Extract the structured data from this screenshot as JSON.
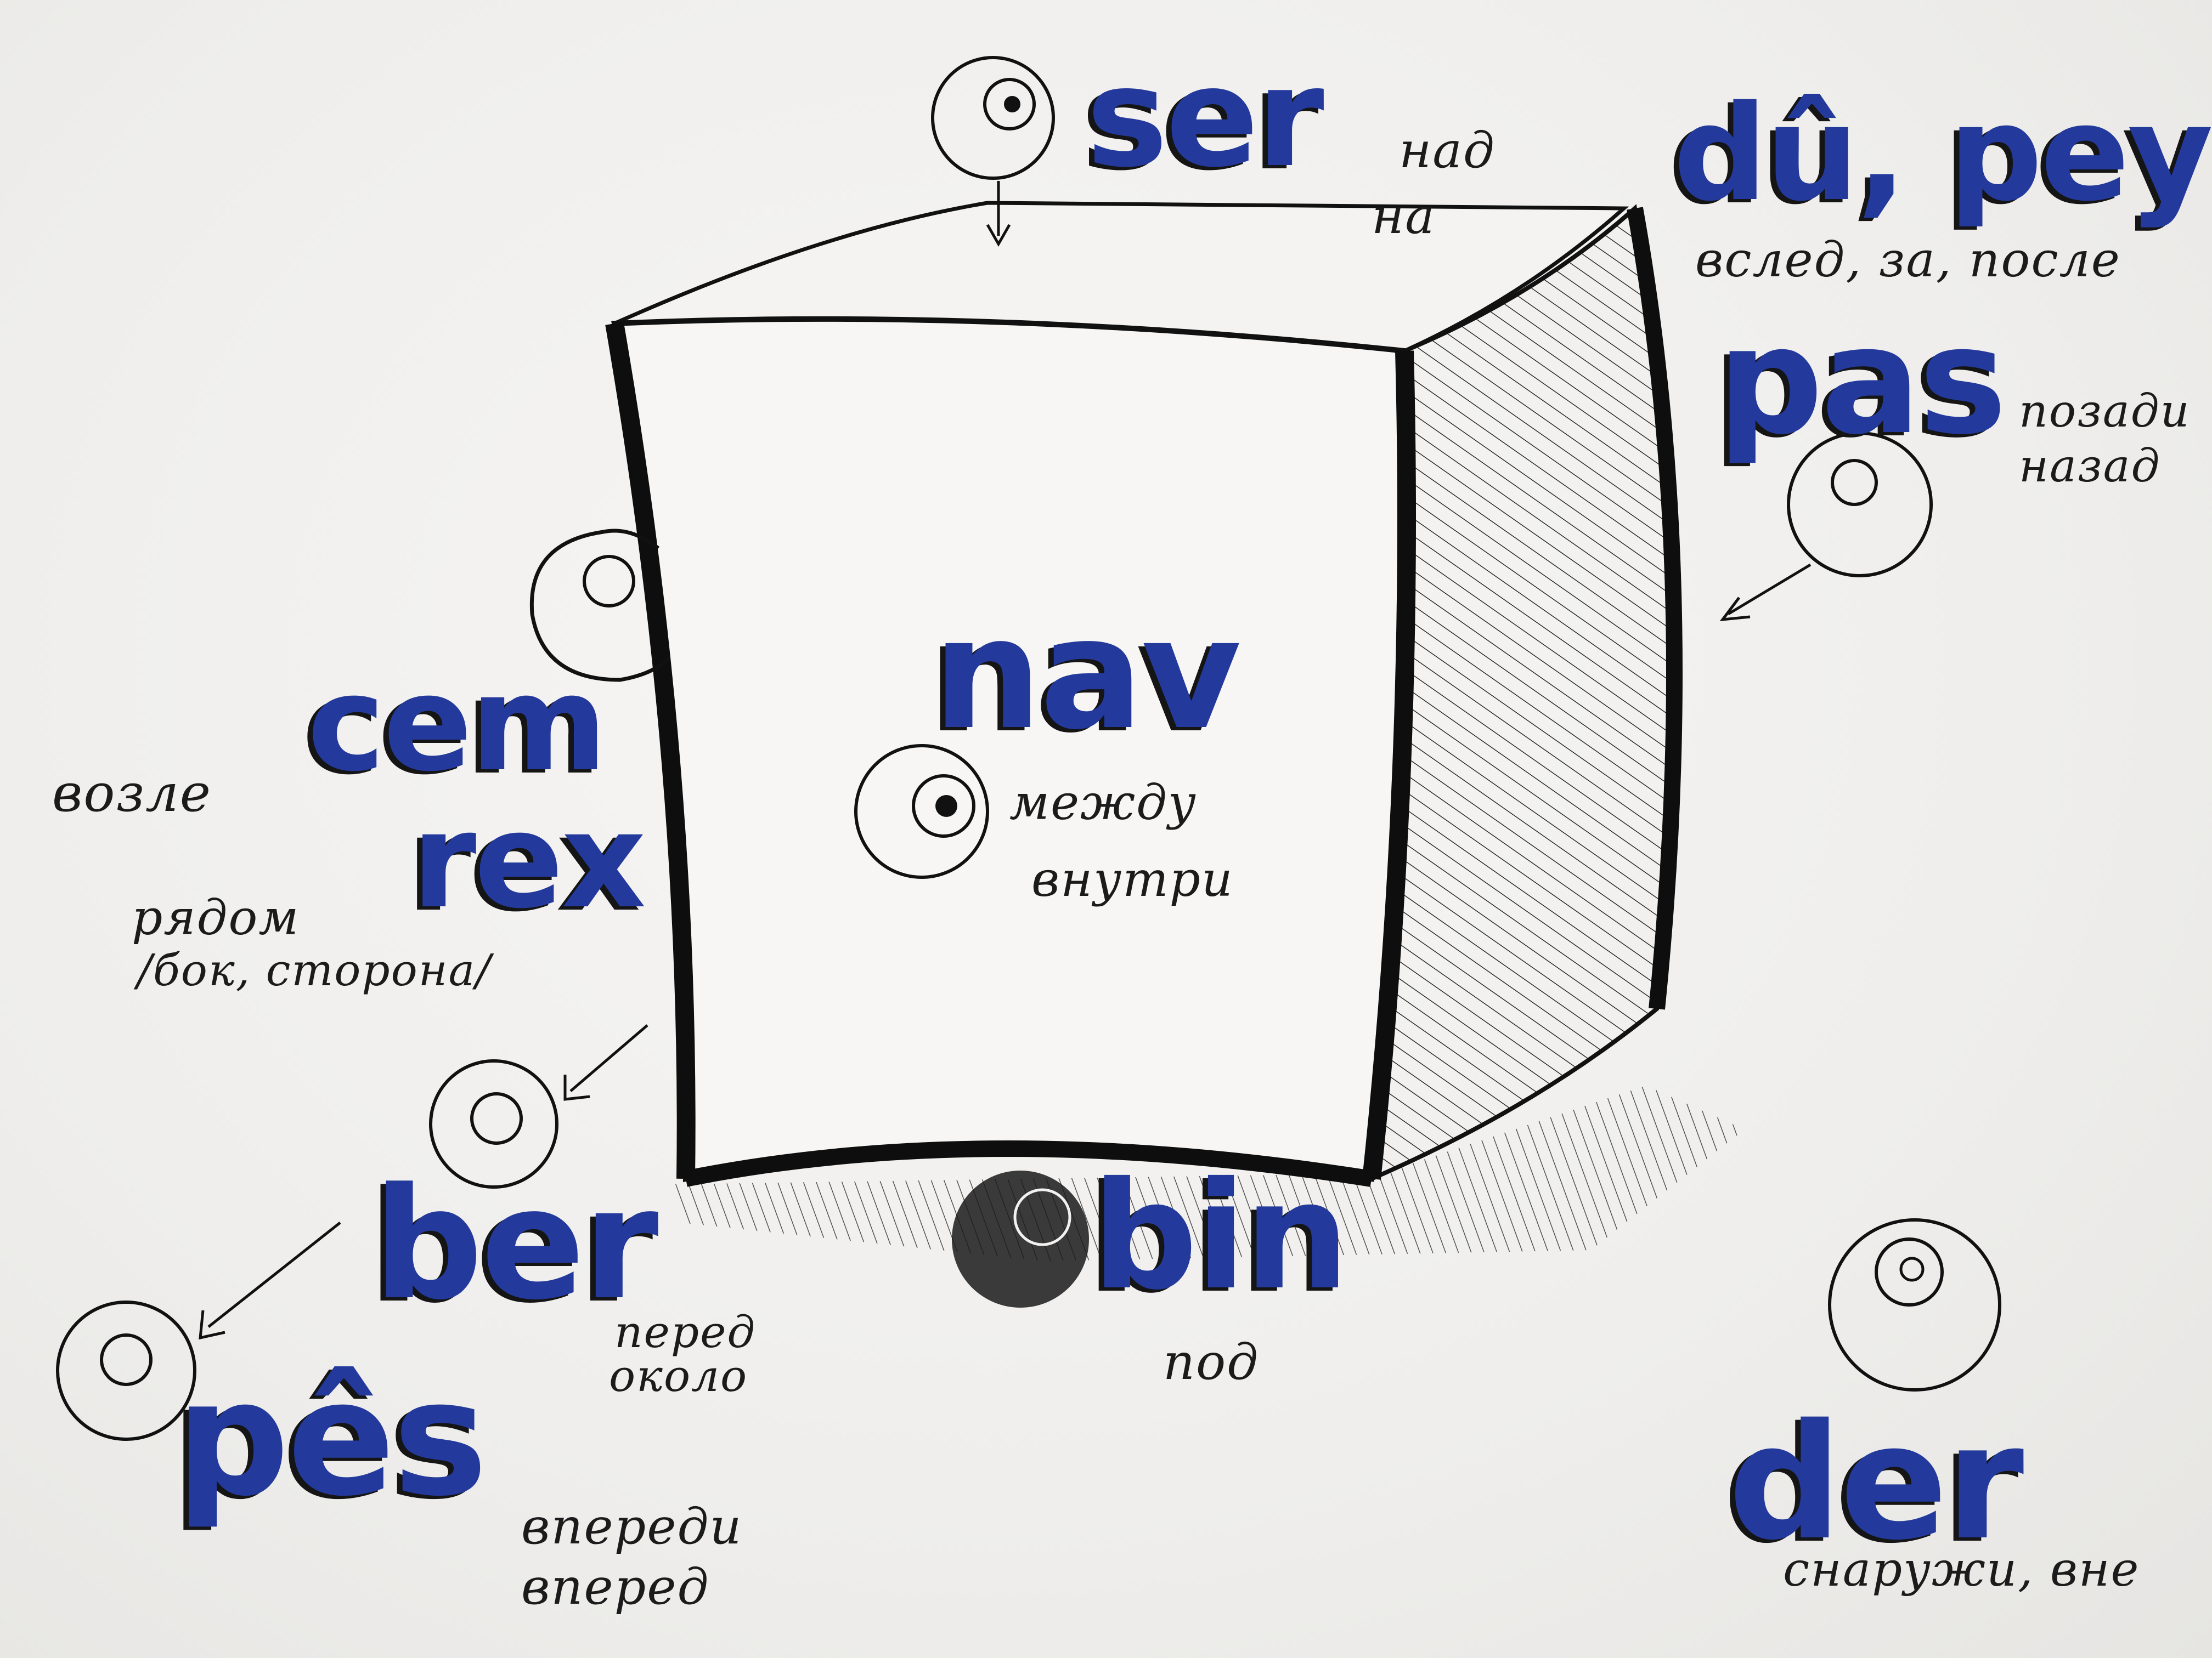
{
  "words": {
    "ser": {
      "word": "ser",
      "meaning_1": "над",
      "meaning_2": "на"
    },
    "du_pey": {
      "word": "dû, pey",
      "meaning": "вслед, за, после"
    },
    "pas": {
      "word": "pas",
      "meaning_1": "позади",
      "meaning_2": "назад"
    },
    "nav": {
      "word": "nav",
      "meaning_1": "между",
      "meaning_2": "внутри"
    },
    "cem": {
      "word": "cem",
      "meaning": "возле"
    },
    "rex": {
      "word": "rex",
      "meaning_1": "рядом",
      "meaning_2": "/бок, сторона/"
    },
    "bin": {
      "word": "bin",
      "meaning": "под"
    },
    "ber": {
      "word": "ber",
      "meaning_1": "перед",
      "meaning_2": "около"
    },
    "pes": {
      "word": "pês",
      "meaning_1": "впереди",
      "meaning_2": "вперед"
    },
    "der": {
      "word": "der",
      "meaning": "снаружи, вне"
    }
  },
  "colors": {
    "ink_blue": "#233a9c",
    "ink_black": "#151515",
    "paper": "#f2f1ef"
  }
}
